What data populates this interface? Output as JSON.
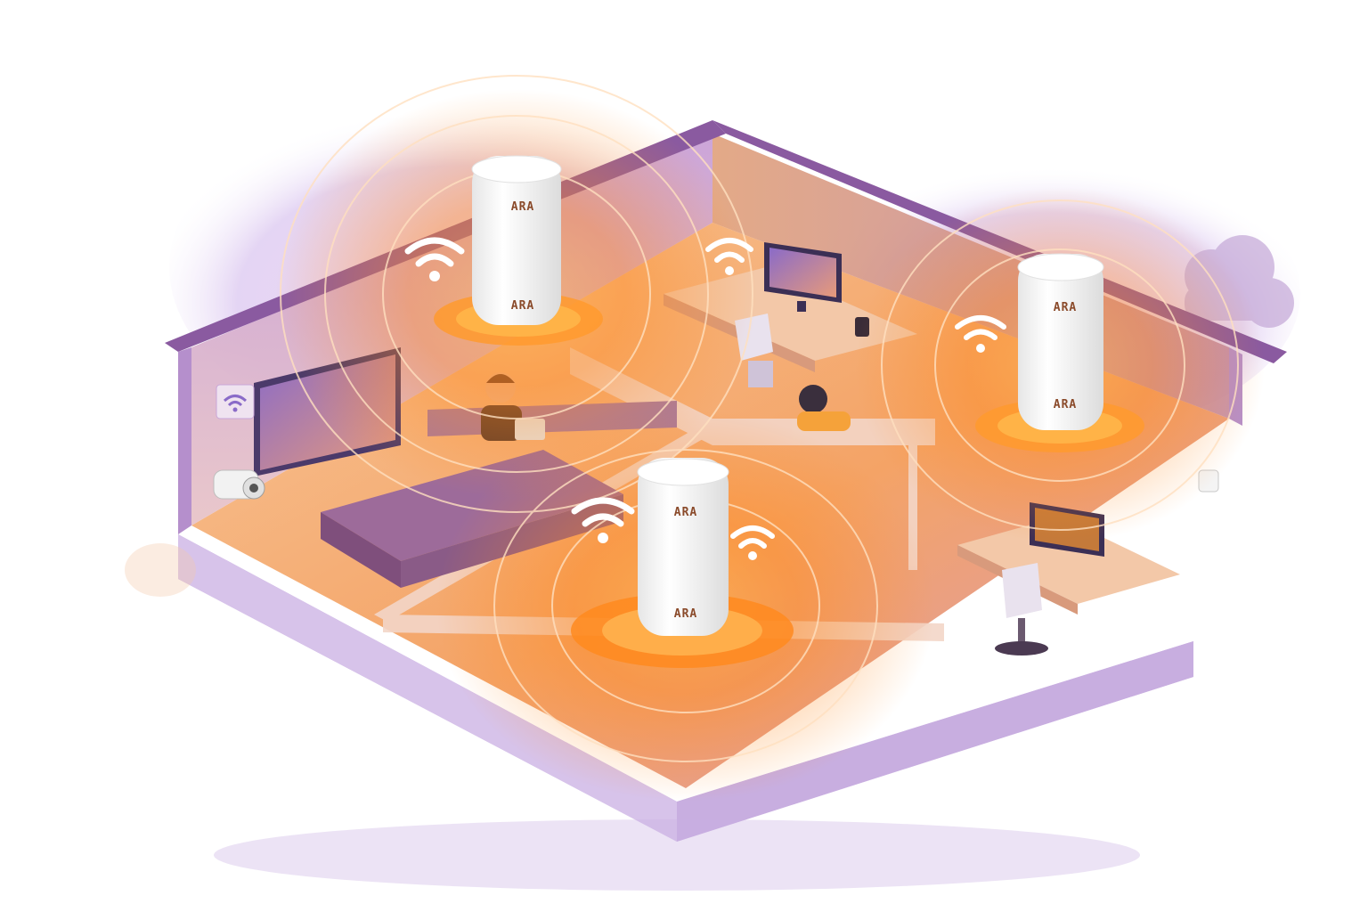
{
  "colors": {
    "glow": "#ff8a1e",
    "glow_light": "#ffc46a",
    "purple": "#9a7ad0",
    "purple_light": "#e6dcf5",
    "floor": "#f2b07a",
    "wall": "#c9a6d8",
    "router_body": "#fbfbfb",
    "router_shade": "#e4e4e4"
  },
  "icons": [
    "wifi-icon",
    "router-icon",
    "tv-icon",
    "monitor-icon",
    "desk-icon",
    "chair-icon",
    "sofa-icon",
    "person-icon",
    "security-camera-icon",
    "cloud-icon"
  ],
  "routers": [
    {
      "id": "router-upper-left",
      "top_label": "ARA",
      "bottom_label": "ARA"
    },
    {
      "id": "router-center",
      "top_label": "ARA",
      "bottom_label": "ARA"
    },
    {
      "id": "router-right",
      "top_label": "ARA",
      "bottom_label": "ARA"
    }
  ]
}
